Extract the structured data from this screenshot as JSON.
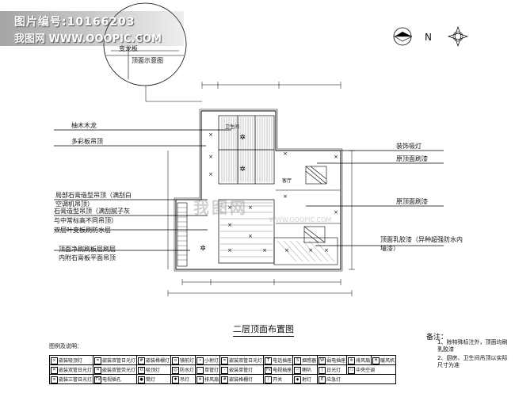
{
  "watermark": {
    "line1": "图片编号:10166203",
    "line2": "我图网 WWW.OOOPIC.COM",
    "center": "我图网",
    "center_url": "WWW.OOOPIC.COM"
  },
  "detail_circle": {
    "label_top": "吊顶",
    "label_mid": "变龙板",
    "caption": "顶面示意图"
  },
  "compass": {
    "north": "N"
  },
  "labels_left": [
    "柚木木龙",
    "多彩板吊顶",
    "局部石膏造型吊顶（满刮白",
    "空调机吊顶）",
    "石膏造型吊顶（满刮腻子灰",
    "与中常标高不同吊顶）",
    "双层叶变板刷防水层",
    "顶面净刷刷板层刷层",
    "内附石膏板平面吊顶"
  ],
  "labels_right": [
    "装饰吸灯",
    "原顶面刷漆",
    "原顶面刷漆",
    "顶面乳胶漆（异种超强防水内",
    "墙漆）"
  ],
  "room_labels": [
    "卫生间",
    "客厅"
  ],
  "title": "二层顶面布置图",
  "legend_title": "图例及说明：",
  "notes": {
    "title": "备注：",
    "items": [
      "1、除特殊标注外，顶面均刷乳胶漆",
      "2、厨房、卫生间吊顶以实际尺寸为准"
    ]
  },
  "legend": {
    "rows": [
      [
        "嵌装吸顶灯",
        "嵌装双管日光灯",
        "嵌装格栅灯",
        "镜前灯",
        "小射灯",
        "嵌装双管日光灯",
        "电话插座",
        "烟感器",
        "弱电插座",
        "排风扇",
        "暖风机"
      ],
      [
        "嵌装双管日光灯",
        "嵌装双管荧光灯",
        "吸顶灯",
        "防水灯",
        "单管灯",
        "嵌装单管灯",
        "电视插座",
        "喇叭",
        "日光灯",
        "中央空调"
      ],
      [
        "嵌装三管日光灯",
        "电视插孔",
        "筒灯",
        "吊灯",
        "排风扇",
        "嵌装格栅灯",
        "开关",
        "射灯",
        "应急灯"
      ]
    ]
  }
}
